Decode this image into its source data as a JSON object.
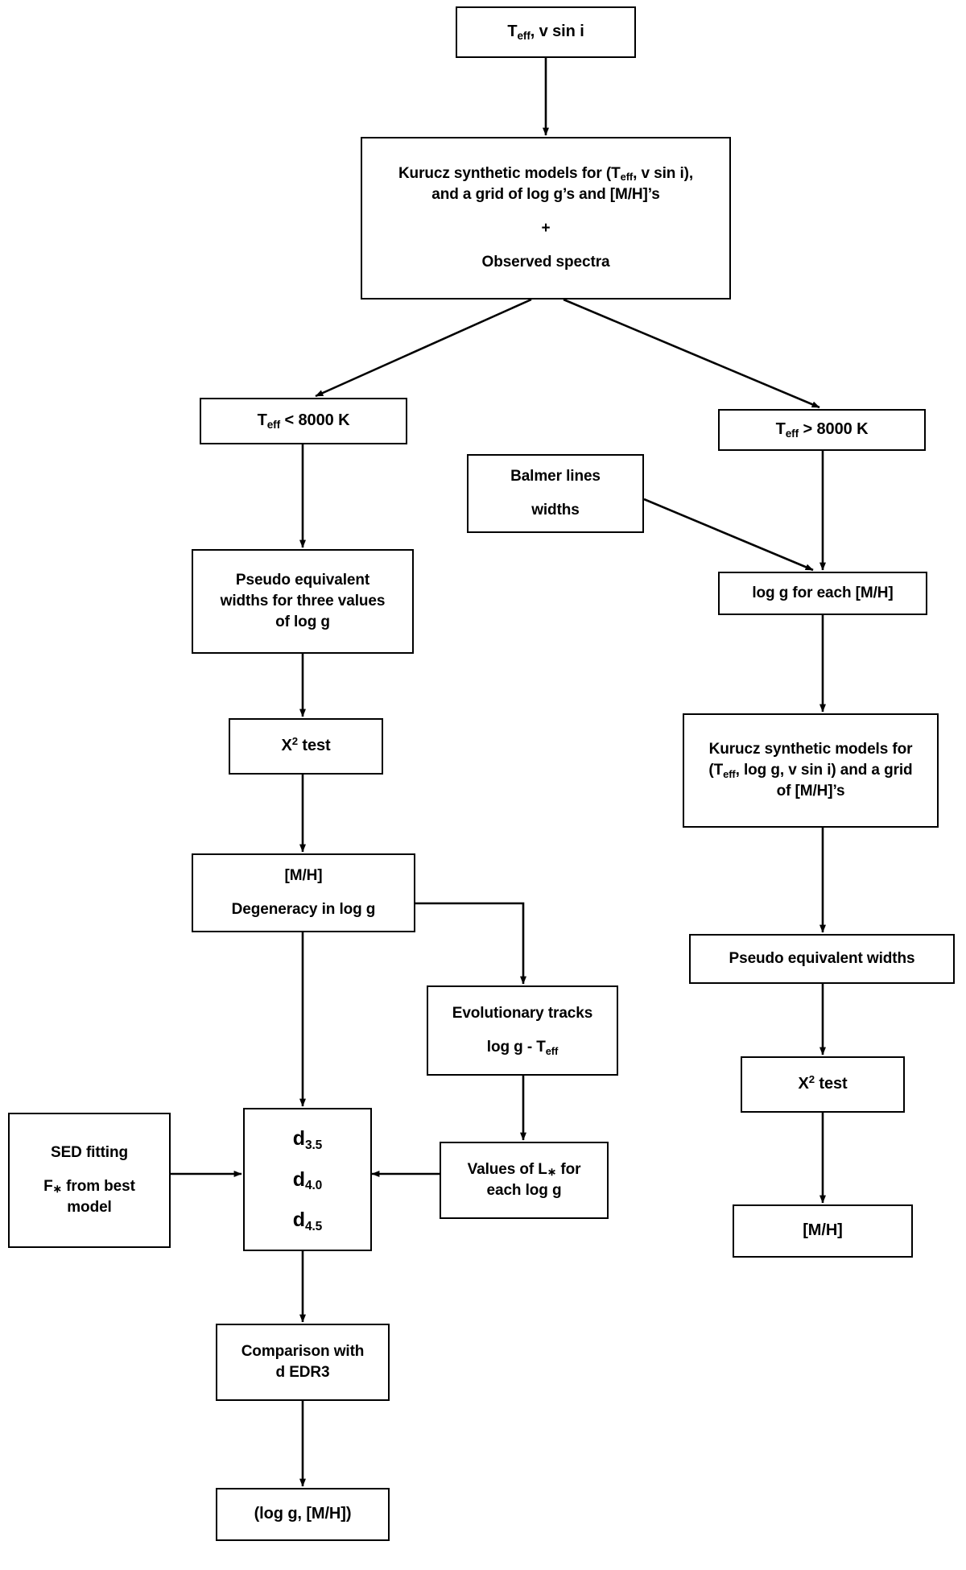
{
  "diagram": {
    "title": "Stellar parameter determination flowchart",
    "type": "flowchart",
    "stroke_color": "#000000",
    "background_color": "#ffffff",
    "nodes": [
      {
        "id": "input",
        "name": "input-parameters",
        "lines": [
          "T_eff, v sin i"
        ],
        "text": "Teff, v sin i"
      },
      {
        "id": "models_plus_obs",
        "name": "kurucz-models-and-observed-spectra",
        "lines": [
          "Kurucz synthetic models for (T_eff, v sin i),",
          "and a grid of log g's and [M/H]'s",
          "+",
          "Observed spectra"
        ]
      },
      {
        "id": "teff_lt",
        "name": "teff-less-than-8000",
        "lines": [
          "T_eff < 8000 K"
        ],
        "value": "< 8000 K"
      },
      {
        "id": "teff_gt",
        "name": "teff-greater-than-8000",
        "lines": [
          "T_eff > 8000 K"
        ],
        "value": "> 8000 K"
      },
      {
        "id": "balmer",
        "name": "balmer-lines-widths",
        "lines": [
          "Balmer lines",
          "widths"
        ]
      },
      {
        "id": "pew_three",
        "name": "pseudo-equivalent-widths-three-logg",
        "lines": [
          "Pseudo equivalent",
          "widths for three values",
          "of log g"
        ]
      },
      {
        "id": "logg_each_mh",
        "name": "logg-for-each-metallicity",
        "lines": [
          "log g for each [M/H]"
        ]
      },
      {
        "id": "chi2_left",
        "name": "chi-squared-test-left",
        "lines": [
          "X2 test"
        ]
      },
      {
        "id": "kurucz_right",
        "name": "kurucz-models-grid-metallicity",
        "lines": [
          "Kurucz synthetic models for",
          "(T_eff, log g, v sin i) and a grid",
          "of [M/H]'s"
        ]
      },
      {
        "id": "mh_degeneracy",
        "name": "metallicity-and-logg-degeneracy",
        "lines": [
          "[M/H]",
          "Degeneracy in log g"
        ]
      },
      {
        "id": "pew_right",
        "name": "pseudo-equivalent-widths-right",
        "lines": [
          "Pseudo equivalent widths"
        ]
      },
      {
        "id": "evol_tracks",
        "name": "evolutionary-tracks",
        "lines": [
          "Evolutionary tracks",
          "log g - T_eff"
        ]
      },
      {
        "id": "chi2_right",
        "name": "chi-squared-test-right",
        "lines": [
          "X2 test"
        ]
      },
      {
        "id": "sed",
        "name": "sed-fitting",
        "lines": [
          "SED fitting",
          "F* from best",
          "model"
        ]
      },
      {
        "id": "distances",
        "name": "distance-estimates",
        "lines": [
          "d3.5",
          "d4.0",
          "d4.5"
        ],
        "values": [
          "3.5",
          "4.0",
          "4.5"
        ]
      },
      {
        "id": "lum_values",
        "name": "luminosity-values-each-logg",
        "lines": [
          "Values of L* for",
          "each log g"
        ]
      },
      {
        "id": "mh_right",
        "name": "metallicity-result-right",
        "lines": [
          "[M/H]"
        ]
      },
      {
        "id": "comparison",
        "name": "comparison-with-gaia-edr3",
        "lines": [
          "Comparison with",
          "d EDR3"
        ]
      },
      {
        "id": "final",
        "name": "final-result-logg-metallicity",
        "lines": [
          "(log g, [M/H])"
        ]
      }
    ]
  },
  "labels": {
    "input_t": "T",
    "input_eff": "eff",
    "input_rest": ", v sin i",
    "models_l1_a": "Kurucz synthetic models for (T",
    "models_l1_b": "eff",
    "models_l1_c": ", v sin i),",
    "models_l2": "and a grid of log g’s and [M/H]’s",
    "models_plus": "+",
    "models_l4": "Observed spectra",
    "teff_lt_t": "T",
    "teff_lt_sub": "eff",
    "teff_lt_rest": " < 8000 K",
    "teff_gt_t": "T",
    "teff_gt_sub": "eff",
    "teff_gt_rest": " > 8000 K",
    "balmer_l1": "Balmer lines",
    "balmer_l2": "widths",
    "pew3_l1": "Pseudo equivalent",
    "pew3_l2": "widths for three values",
    "pew3_l3": "of log g",
    "logg_each": "log g for each [M/H]",
    "chi_x": "X",
    "chi_sup": "2",
    "chi_test": " test",
    "kurucz_r_l1": "Kurucz synthetic models for",
    "kurucz_r_l2_a": "(T",
    "kurucz_r_l2_b": "eff",
    "kurucz_r_l2_c": ", log g, v sin i) and a grid",
    "kurucz_r_l3": "of [M/H]’s",
    "mh_deg_l1": "[M/H]",
    "mh_deg_l2": "Degeneracy in log g",
    "pew_right": "Pseudo equivalent widths",
    "evol_l1": "Evolutionary tracks",
    "evol_l2_a": "log g - T",
    "evol_l2_b": "eff",
    "sed_l1": "SED fitting",
    "sed_l2_a": "F",
    "sed_l2_star": "∗",
    "sed_l2_b": " from best",
    "sed_l3": "model",
    "d_letter": "d",
    "d_sub_1": "3.5",
    "d_sub_2": "4.0",
    "d_sub_3": "4.5",
    "lum_l1_a": "Values of L",
    "lum_l1_star": "∗",
    "lum_l1_b": " for",
    "lum_l2": "each log g",
    "mh_right": "[M/H]",
    "comp_l1": "Comparison with",
    "comp_l2": "d EDR3",
    "final": "(log g, [M/H])"
  }
}
